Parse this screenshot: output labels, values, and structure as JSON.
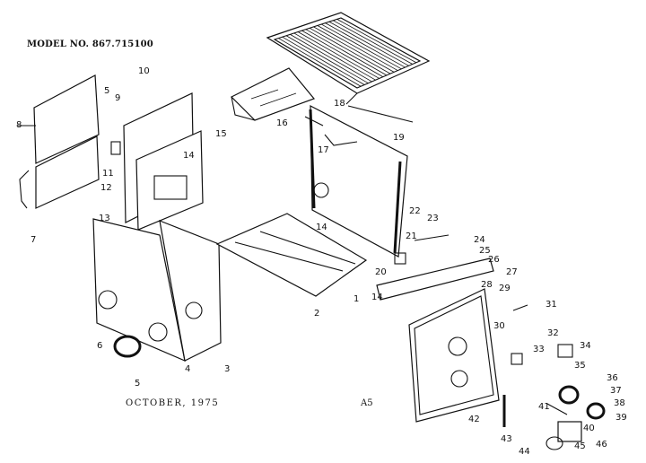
{
  "header": {
    "model_number": "MODEL NO. 867.715100"
  },
  "footer": {
    "date": "OCTOBER, 1975",
    "page_code": "A5"
  },
  "callouts": {
    "p1": "1",
    "p2": "2",
    "p3": "3",
    "p4": "4",
    "p5": "5",
    "p6": "6",
    "p7": "7",
    "p8": "8",
    "p9": "9",
    "p10": "10",
    "p11": "11",
    "p12": "12",
    "p13": "13",
    "p14a": "14",
    "p14b": "14",
    "p14c": "14",
    "p15": "15",
    "p16": "16",
    "p17": "17",
    "p18": "18",
    "p19": "19",
    "p20": "20",
    "p21": "21",
    "p22": "22",
    "p23": "23",
    "p24": "24",
    "p25": "25",
    "p26": "26",
    "p27": "27",
    "p28": "28",
    "p29": "29",
    "p30": "30",
    "p31": "31",
    "p32": "32",
    "p33": "33",
    "p34": "34",
    "p35": "35",
    "p36": "36",
    "p37": "37",
    "p38": "38",
    "p39": "39",
    "p40": "40",
    "p41": "41",
    "p42": "42",
    "p43": "43",
    "p44": "44",
    "p45": "45",
    "p46": "46",
    "p5b": "5"
  }
}
